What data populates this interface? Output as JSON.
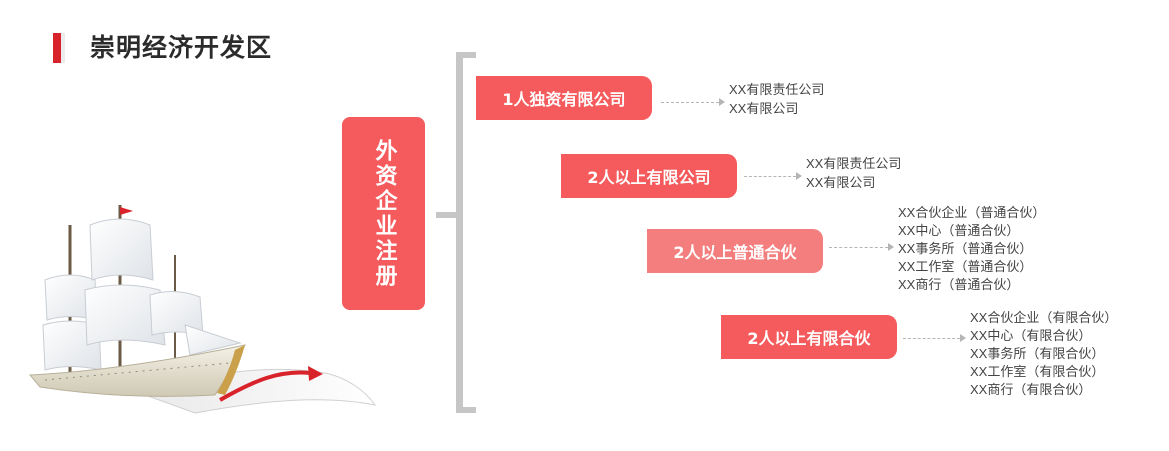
{
  "header": {
    "title": "崇明经济开发区"
  },
  "center": {
    "label": "外资企业注册"
  },
  "categories": [
    {
      "label": "1人独资有限公司",
      "items": [
        "XX有限责任公司",
        "XX有限公司"
      ]
    },
    {
      "label": "2人以上有限公司",
      "items": [
        "XX有限责任公司",
        "XX有限公司"
      ]
    },
    {
      "label": "2人以上普通合伙",
      "items": [
        "XX合伙企业（普通合伙）",
        "XX中心（普通合伙）",
        "XX事务所（普通合伙）",
        "XX工作室（普通合伙）",
        "XX商行（普通合伙）"
      ]
    },
    {
      "label": "2人以上有限合伙",
      "items": [
        "XX合伙企业（有限合伙）",
        "XX中心（有限合伙）",
        "XX事务所（有限合伙）",
        "XX工作室（有限合伙）",
        "XX商行（有限合伙）"
      ]
    }
  ],
  "colors": {
    "accent": "#d9232a",
    "box": "#f55a5c",
    "box_light": "#f47d7d",
    "bracket": "#c6c6c6"
  },
  "icons": {
    "illustration": "sailing-ship-icon",
    "arrow": "red-arrow-icon"
  }
}
